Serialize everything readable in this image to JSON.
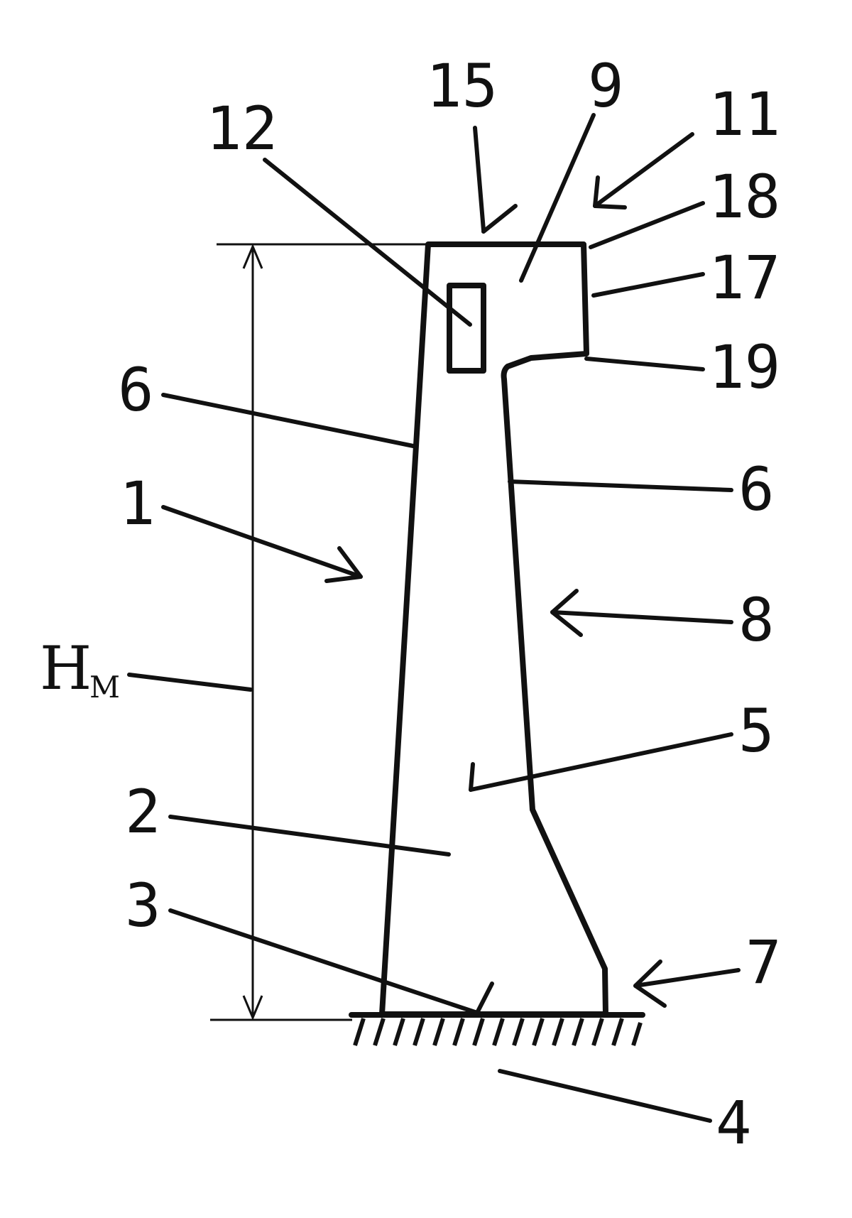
{
  "labels": {
    "l15": "15",
    "l9": "9",
    "l12": "12",
    "l11": "11",
    "l18": "18",
    "l17": "17",
    "l19": "19",
    "l6_left": "6",
    "l6_right": "6",
    "l1": "1",
    "l8": "8",
    "lH": "H",
    "lH_sub": "M",
    "l5": "5",
    "l2": "2",
    "l3": "3",
    "l7": "7",
    "l4": "4"
  }
}
